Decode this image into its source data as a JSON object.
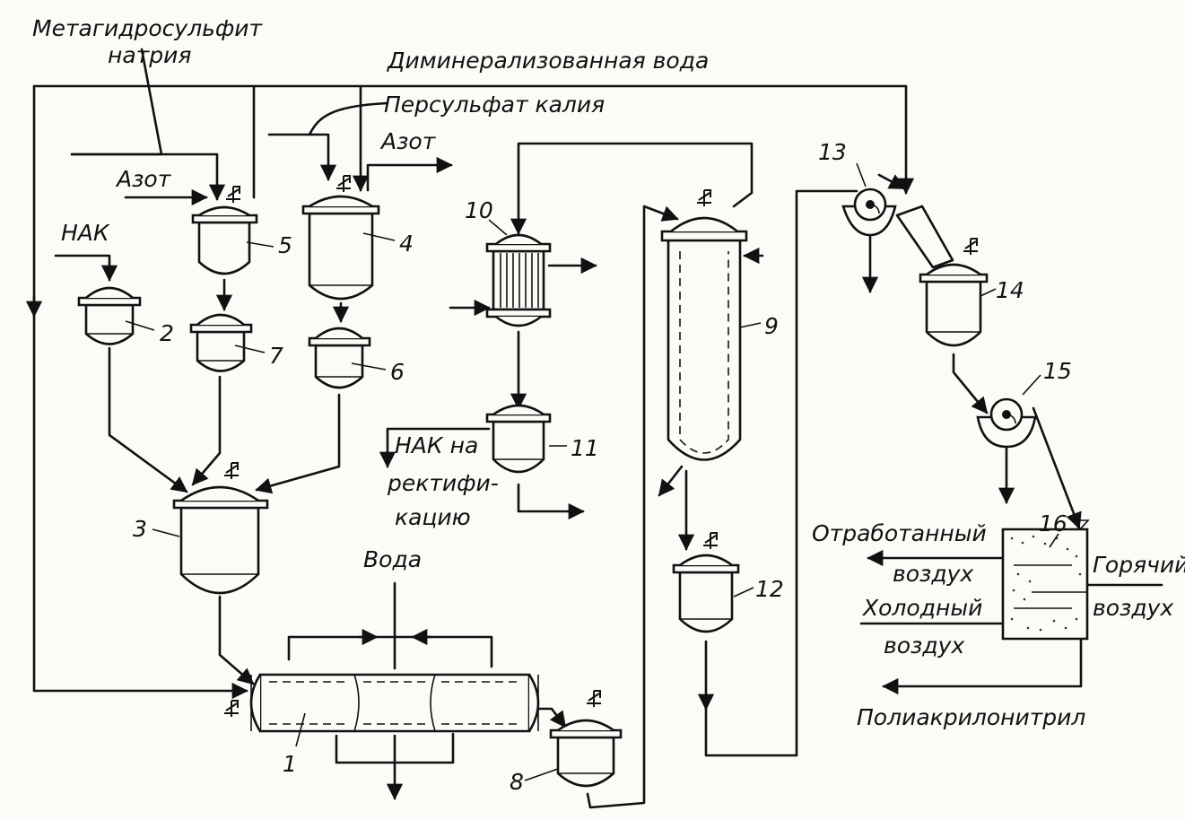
{
  "labels": {
    "sodium_metabisulfite_1": "Метагидросульфит",
    "sodium_metabisulfite_2": "натрия",
    "demin_water": "Диминерализованная вода",
    "potassium_persulfate": "Персульфат калия",
    "nitrogen_1": "Азот",
    "nitrogen_2": "Азот",
    "nak": "НАК",
    "nak_rect_1": "НАК на",
    "nak_rect_2": "ректифи-",
    "nak_rect_3": "кацию",
    "water": "Вода",
    "spent_air_1": "Отработанный",
    "spent_air_2": "воздух",
    "cold_air_1": "Холодный",
    "cold_air_2": "воздух",
    "hot_air_1": "Горячий",
    "hot_air_2": "воздух",
    "polyacrylonitrile": "Полиакрилонитрил"
  },
  "numbers": {
    "n1": "1",
    "n2": "2",
    "n3": "3",
    "n4": "4",
    "n5": "5",
    "n6": "6",
    "n7": "7",
    "n8": "8",
    "n9": "9",
    "n10": "10",
    "n11": "11",
    "n12": "12",
    "n13": "13",
    "n14": "14",
    "n15": "15",
    "n16": "16"
  },
  "colors": {
    "ink": "#111111",
    "paper": "#fbfbf8"
  }
}
